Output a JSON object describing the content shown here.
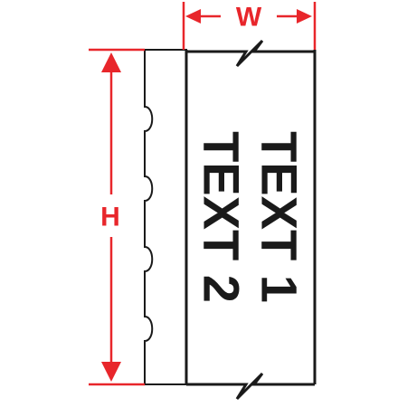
{
  "dimensions": {
    "width_label": "W",
    "height_label": "H"
  },
  "label_text": {
    "line1": "TEXT 1",
    "line2": "TEXT 2"
  },
  "colors": {
    "dimension": "#e8262b",
    "outline": "#1a1a1a",
    "background": "#ffffff"
  }
}
